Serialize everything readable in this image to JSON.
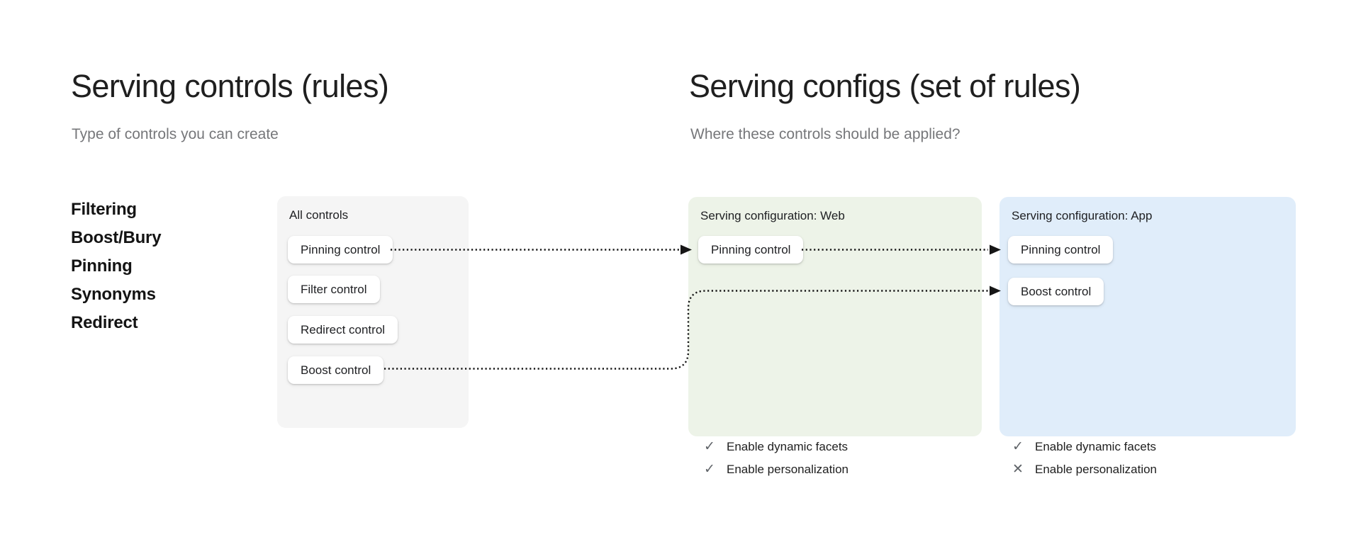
{
  "diagram": {
    "left_panel": {
      "title": "Serving controls (rules)",
      "subtitle": "Type of controls you can create",
      "control_types": [
        "Filtering",
        "Boost/Bury",
        "Pinning",
        "Synonyms",
        "Redirect"
      ]
    },
    "right_panel": {
      "title": "Serving configs (set of rules)",
      "subtitle": "Where these controls should be applied?"
    },
    "all_controls_card": {
      "label": "All controls",
      "controls": [
        "Pinning control",
        "Filter control",
        "Redirect control",
        "Boost control"
      ]
    },
    "web_card": {
      "label": "Serving configuration: Web",
      "controls": [
        "Pinning control"
      ],
      "features": [
        {
          "name": "Enable dynamic facets",
          "enabled": true
        },
        {
          "name": "Enable personalization",
          "enabled": true
        }
      ]
    },
    "app_card": {
      "label": "Serving configuration: App",
      "controls": [
        "Pinning control",
        "Boost control"
      ],
      "features": [
        {
          "name": "Enable dynamic facets",
          "enabled": true
        },
        {
          "name": "Enable personalization",
          "enabled": false
        }
      ]
    },
    "icons": {
      "enabled_icon": "check-icon",
      "disabled_icon": "cross-icon"
    }
  },
  "colors": {
    "background": "#ffffff",
    "title_text": "#1f1f1f",
    "subtitle_text": "#76777a",
    "all_controls_card_bg": "#f5f5f5",
    "web_card_bg": "#edf3e8",
    "app_card_bg": "#e0edfa",
    "pill_bg": "#ffffff",
    "arrow": "#161616",
    "feature_icon": "#5f6368"
  }
}
